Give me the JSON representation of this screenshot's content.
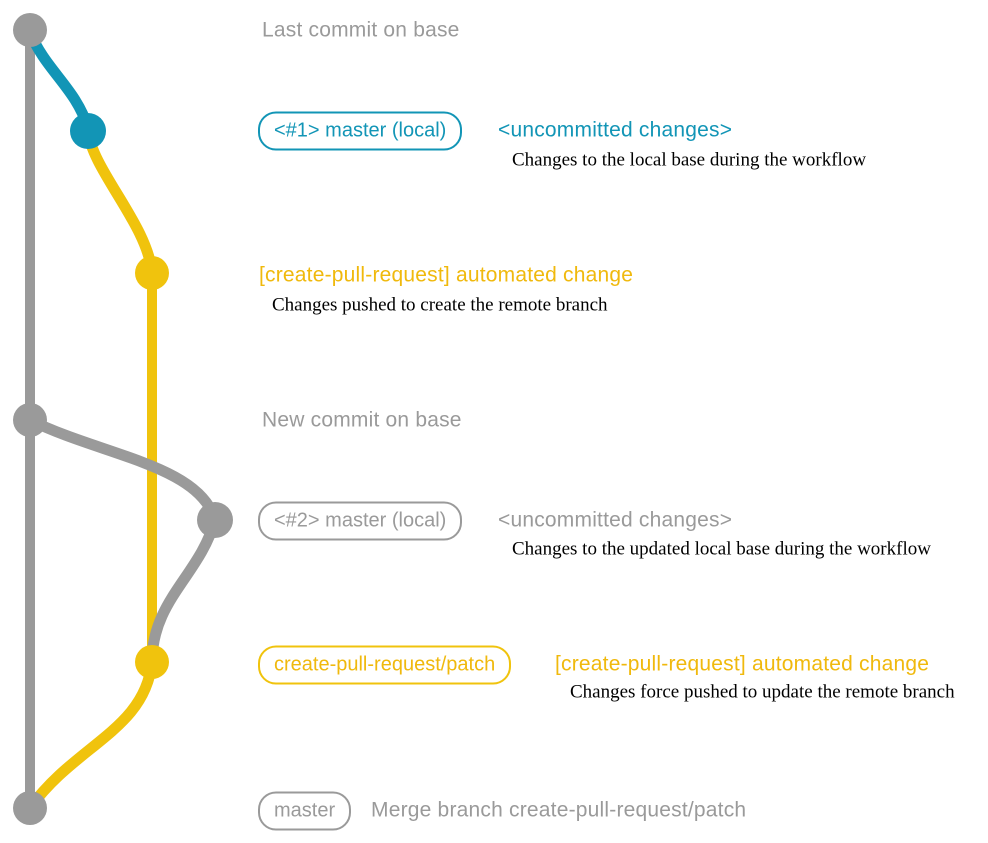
{
  "colors": {
    "branch_gray": "#9a9a9a",
    "branch_teal": "#1295b6",
    "branch_yellow": "#f0c30d",
    "description_black": "#000000",
    "background": "#ffffff"
  },
  "graph": {
    "node_names": [
      "last-commit-on-base",
      "uncommitted-changes-1",
      "automated-change-1",
      "new-commit-on-base",
      "uncommitted-changes-2",
      "automated-change-2",
      "merge-commit"
    ]
  },
  "annotations": {
    "last_commit_label": "Last commit on base",
    "commit1_badge": "<#1> master (local)",
    "commit1_heading": "<uncommitted changes>",
    "commit1_desc": "Changes to the local base during the workflow",
    "push1_heading": "[create-pull-request] automated change",
    "push1_desc": "Changes pushed to create the remote branch",
    "new_commit_label": "New commit on base",
    "commit2_badge": "<#2> master (local)",
    "commit2_heading": "<uncommitted changes>",
    "commit2_desc": "Changes to the updated local base during the workflow",
    "patch_badge": "create-pull-request/patch",
    "push2_heading": "[create-pull-request] automated change",
    "push2_desc": "Changes force pushed to update the remote branch",
    "merge_badge": "master",
    "merge_label": "Merge branch create-pull-request/patch"
  }
}
